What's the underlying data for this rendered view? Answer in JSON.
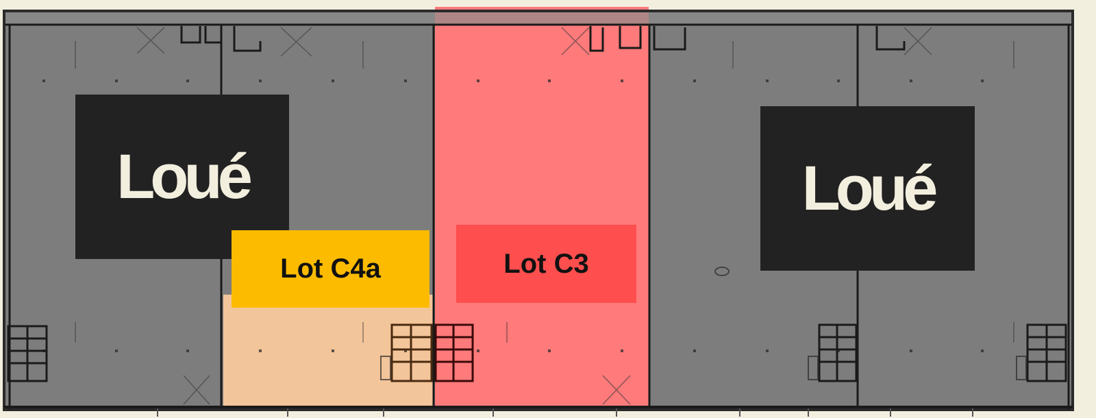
{
  "labels": {
    "loue_left": "Loué",
    "lot_c4a": "Lot C4a",
    "lot_c3": "Lot C3",
    "loue_right": "Loué"
  },
  "colors": {
    "page_background": "#f3efdf",
    "building_grey": "#7d7d7d",
    "lot_c4a_zone": "#f3c59a",
    "lot_c4a_tag": "#fdbb00",
    "lot_c3_zone": "#ff7a7a",
    "lot_c3_tag": "#ff4e4e",
    "loue_box": "#222222",
    "loue_text": "#f3efdf"
  }
}
